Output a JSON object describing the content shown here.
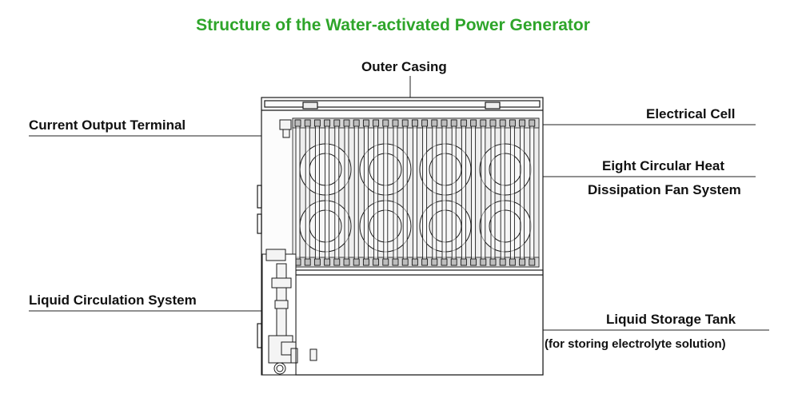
{
  "title": "Structure of the Water-activated Power Generator",
  "labels": {
    "outer_casing": "Outer Casing",
    "current_output_terminal": "Current Output Terminal",
    "electrical_cell": "Electrical Cell",
    "fan_system_line1": "Eight Circular Heat",
    "fan_system_line2": "Dissipation Fan System",
    "liquid_circulation": "Liquid Circulation System",
    "liquid_storage_tank": "Liquid Storage Tank",
    "liquid_storage_note": "(for storing electrolyte solution)"
  },
  "colors": {
    "title": "#2ea52a",
    "text": "#111111",
    "line": "#222222"
  }
}
